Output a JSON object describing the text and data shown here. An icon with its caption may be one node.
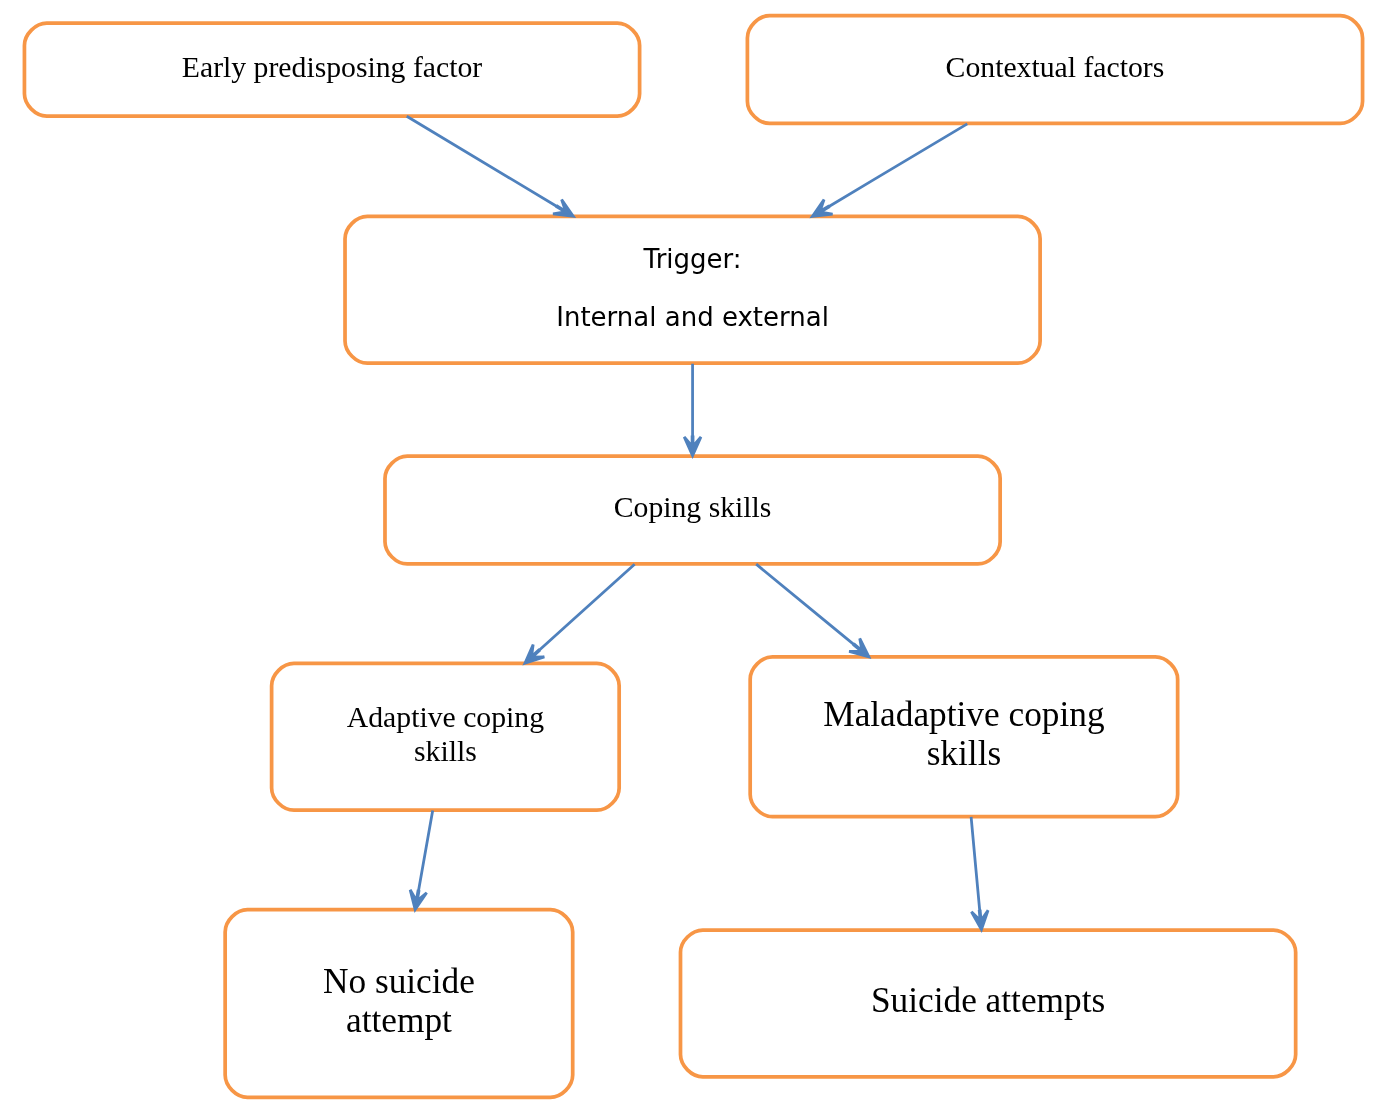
{
  "diagram": {
    "nodes": [
      {
        "text": [
          "Early predisposing factor"
        ]
      },
      {
        "text": [
          "Contextual factors"
        ]
      },
      {
        "text": [
          "Trigger:",
          "Internal and external"
        ]
      },
      {
        "text": [
          "Coping skills"
        ]
      },
      {
        "text": [
          "Adaptive coping skills"
        ]
      },
      {
        "text": [
          "Maladaptive coping skills"
        ]
      },
      {
        "text": [
          "No suicide attempt"
        ]
      },
      {
        "text": [
          "Suicide attempts"
        ]
      }
    ],
    "edges": [
      {
        "from": 0,
        "to": 2,
        "arrow": "to"
      },
      {
        "from": 1,
        "to": 2,
        "arrow": "to"
      },
      {
        "from": 2,
        "to": 3,
        "arrow": "to"
      },
      {
        "from": 3,
        "to": 4,
        "arrow": "to"
      },
      {
        "from": 3,
        "to": 5,
        "arrow": "to"
      },
      {
        "from": 4,
        "to": 6,
        "arrow": "to"
      },
      {
        "from": 5,
        "to": 7,
        "arrow": "to"
      }
    ]
  }
}
